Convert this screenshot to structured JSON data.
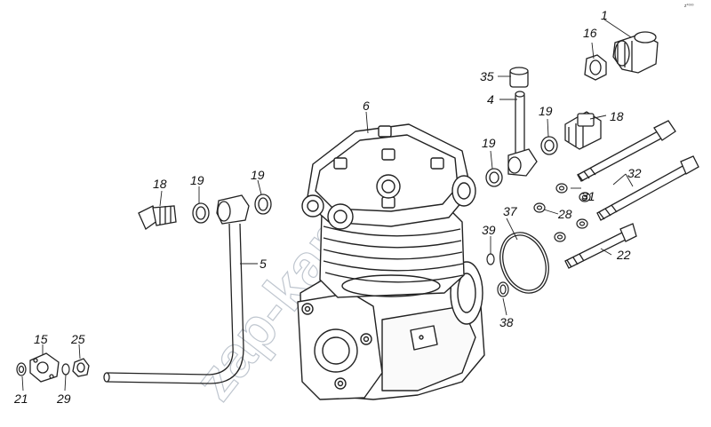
{
  "labels": {
    "p1": "1",
    "p16": "16",
    "p35": "35",
    "p4": "4",
    "p19a": "19",
    "p18a": "18",
    "p6": "6",
    "p19b": "19",
    "p32": "32",
    "p31": "31",
    "p28": "28",
    "p37": "37",
    "p39": "39",
    "p22": "22",
    "p38": "38",
    "p18b": "18",
    "p19c": "19",
    "p19d": "19",
    "p5": "5",
    "p15": "15",
    "p25": "25",
    "p21": "21",
    "p29": "29"
  },
  "watermark": "zap-kam.ru",
  "corner_mark": "z°⁰⁰⁰"
}
